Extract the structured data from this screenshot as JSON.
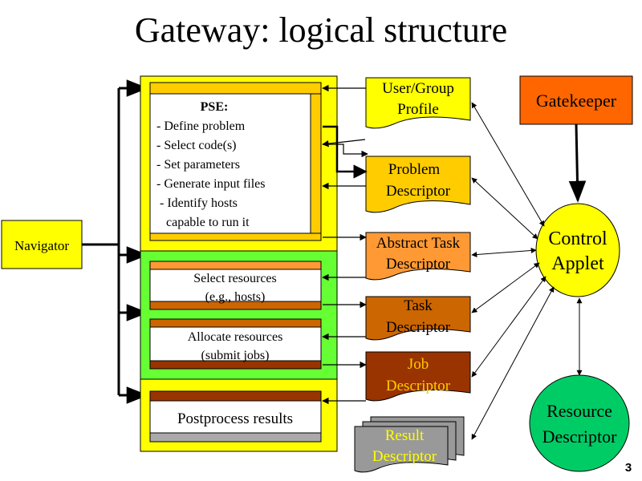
{
  "title": "Gateway: logical structure",
  "navigator": "Navigator",
  "pse": {
    "heading": "PSE:",
    "items": [
      "- Define problem",
      "- Select code(s)",
      "- Set parameters",
      "- Generate input files",
      " - Identify hosts",
      "   capable to run it"
    ]
  },
  "select_resources": [
    "Select resources",
    "(e.g., hosts)"
  ],
  "allocate_resources": [
    "Allocate resources",
    "(submit jobs)"
  ],
  "postprocess": "Postprocess results",
  "descriptors": {
    "user_group": [
      "User/Group",
      "Profile"
    ],
    "problem": [
      "Problem",
      "Descriptor"
    ],
    "abstract_task": [
      "Abstract Task",
      "Descriptor"
    ],
    "task": [
      "Task",
      "Descriptor"
    ],
    "job": [
      "Job",
      "Descriptor"
    ],
    "result": [
      "Result",
      "Descriptor"
    ]
  },
  "gatekeeper": "Gatekeeper",
  "control_applet": [
    "Control",
    "Applet"
  ],
  "resource_descriptor": [
    "Resource",
    "Descriptor"
  ],
  "page_number": "3",
  "colors": {
    "yellow": "#ffff00",
    "green": "#66ff33",
    "gold": "#ffcc00",
    "orange_light": "#ff9933",
    "orange_mid": "#cc6600",
    "brown": "#993300",
    "gatekeeper": "#ff6600",
    "gray": "#999999",
    "panel_gray": "#aaaaaa"
  }
}
